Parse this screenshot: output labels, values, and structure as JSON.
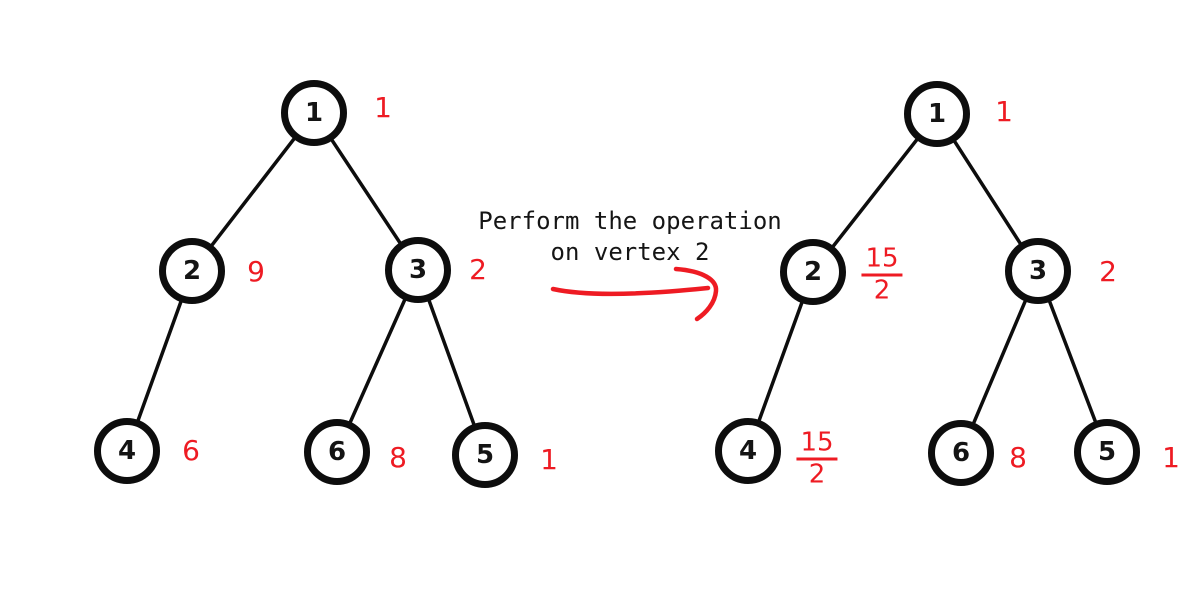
{
  "colors": {
    "annotation_red": "#ee1b23",
    "node_stroke": "#0d0d0d",
    "background": "#ffffff"
  },
  "annotation": {
    "line1": "Perform the operation",
    "line2": "on vertex 2"
  },
  "trees": [
    {
      "name": "before",
      "nodes": [
        {
          "id": "1",
          "label": "1",
          "cost": "1"
        },
        {
          "id": "2",
          "label": "2",
          "cost": "9"
        },
        {
          "id": "3",
          "label": "3",
          "cost": "2"
        },
        {
          "id": "4",
          "label": "4",
          "cost": "6"
        },
        {
          "id": "6",
          "label": "6",
          "cost": "8"
        },
        {
          "id": "5",
          "label": "5",
          "cost": "1"
        }
      ],
      "edges": [
        [
          "1",
          "2"
        ],
        [
          "1",
          "3"
        ],
        [
          "2",
          "4"
        ],
        [
          "3",
          "6"
        ],
        [
          "3",
          "5"
        ]
      ]
    },
    {
      "name": "after",
      "nodes": [
        {
          "id": "1",
          "label": "1",
          "cost": "1"
        },
        {
          "id": "2",
          "label": "2",
          "cost": "15/2",
          "cost_numerator": "15",
          "cost_denominator": "2"
        },
        {
          "id": "3",
          "label": "3",
          "cost": "2"
        },
        {
          "id": "4",
          "label": "4",
          "cost": "15/2",
          "cost_numerator": "15",
          "cost_denominator": "2"
        },
        {
          "id": "6",
          "label": "6",
          "cost": "8"
        },
        {
          "id": "5",
          "label": "5",
          "cost": "1"
        }
      ],
      "edges": [
        [
          "1",
          "2"
        ],
        [
          "1",
          "3"
        ],
        [
          "2",
          "4"
        ],
        [
          "3",
          "6"
        ],
        [
          "3",
          "5"
        ]
      ]
    }
  ]
}
